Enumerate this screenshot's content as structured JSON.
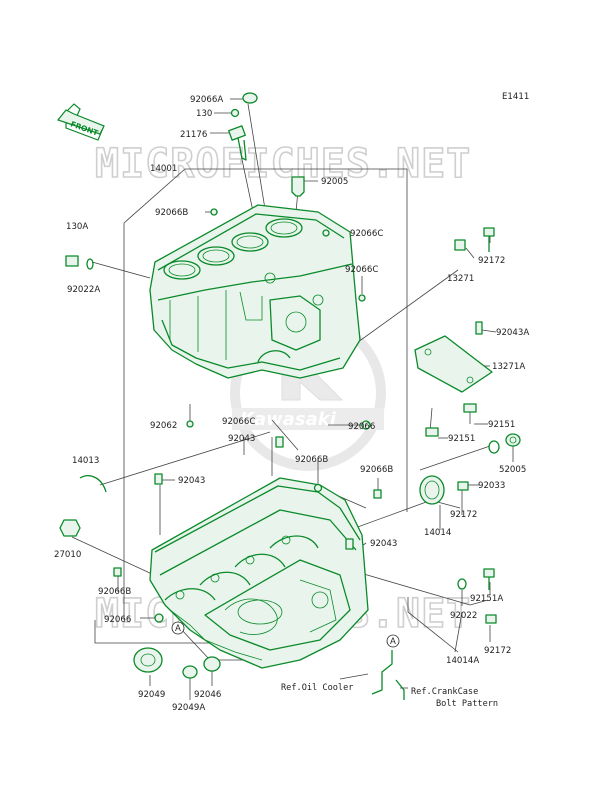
{
  "diagram_code": "E1411",
  "front_label": "FRONT",
  "watermark": "MICROFICHES.NET",
  "brand_logo": "Kawasaki",
  "circle_marker": "A",
  "colors": {
    "parts": "#0a8a2a",
    "text": "#222222",
    "watermark": "#cfcfcf"
  },
  "parts": {
    "p92066A": "92066A",
    "p130": "130",
    "p21176": "21176",
    "p14001": "14001",
    "p92005": "92005",
    "p92066B_top": "92066B",
    "p130A": "130A",
    "p92022A": "92022A",
    "p92066C_a": "92066C",
    "p92066C_b": "92066C",
    "p92172_a": "92172",
    "p13271": "13271",
    "p92043A": "92043A",
    "p13271A": "13271A",
    "p92062": "92062",
    "p92066C_c": "92066C",
    "p92066": "92066",
    "p92151_a": "92151",
    "p92151_b": "92151",
    "p92043_a": "92043",
    "p14013": "14013",
    "p92066B_mid": "92066B",
    "p92066B_right": "92066B",
    "p52005": "52005",
    "p92043_b": "92043",
    "p92033": "92033",
    "p92172_b": "92172",
    "p14014": "14014",
    "p27010": "27010",
    "p92043_c": "92043",
    "p92066B_low": "92066B",
    "p92066_low": "92066",
    "p92151A": "92151A",
    "p92022": "92022",
    "p92172_c": "92172",
    "p14014A": "14014A",
    "p92049": "92049",
    "p92046": "92046",
    "p92049A": "92049A"
  },
  "refs": {
    "oil_cooler": "Ref.Oil Cooler",
    "crankcase_1": "Ref.CrankCase",
    "crankcase_2": "Bolt Pattern"
  }
}
